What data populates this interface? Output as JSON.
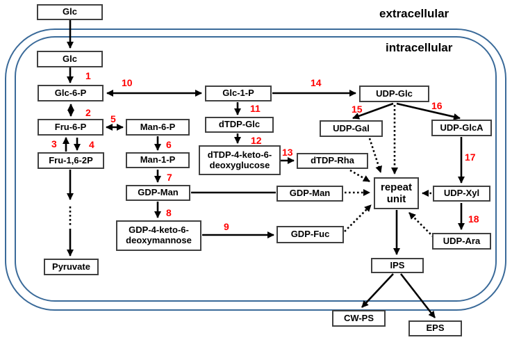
{
  "region_labels": {
    "extracellular": "extracellular",
    "intracellular": "intracellular"
  },
  "nodes": {
    "glc_extracellular": "Glc",
    "glc_intracellular": "Glc",
    "glc6p": "Glc-6-P",
    "glc1p": "Glc-1-P",
    "udp_glc": "UDP-Glc",
    "fru6p": "Fru-6-P",
    "man6p": "Man-6-P",
    "dtdp_glc": "dTDP-Glc",
    "udp_gal": "UDP-Gal",
    "udp_glca": "UDP-GlcA",
    "fru162p": "Fru-1,6-2P",
    "man1p": "Man-1-P",
    "dtdp_keto_line1": "dTDP-4-keto-6-",
    "dtdp_keto_line2": "deoxyglucose",
    "dtdp_rha": "dTDP-Rha",
    "gdp_man_left": "GDP-Man",
    "gdp_man_right": "GDP-Man",
    "repeat_unit_line1": "repeat",
    "repeat_unit_line2": "unit",
    "udp_xyl": "UDP-Xyl",
    "gdp_keto_line1": "GDP-4-keto-6-",
    "gdp_keto_line2": "deoxymannose",
    "gdp_fuc": "GDP-Fuc",
    "udp_ara": "UDP-Ara",
    "pyruvate": "Pyruvate",
    "ips": "IPS",
    "cwps": "CW-PS",
    "eps": "EPS"
  },
  "steps": {
    "n1": "1",
    "n2": "2",
    "n3": "3",
    "n4": "4",
    "n5": "5",
    "n6": "6",
    "n7": "7",
    "n8": "8",
    "n9": "9",
    "n10": "10",
    "n11": "11",
    "n12": "12",
    "n13": "13",
    "n14": "14",
    "n15": "15",
    "n16": "16",
    "n17": "17",
    "n18": "18"
  },
  "colors": {
    "membrane": "#3a6a99",
    "box_border": "#404040",
    "step_number": "#ff0000",
    "arrow": "#000000"
  }
}
